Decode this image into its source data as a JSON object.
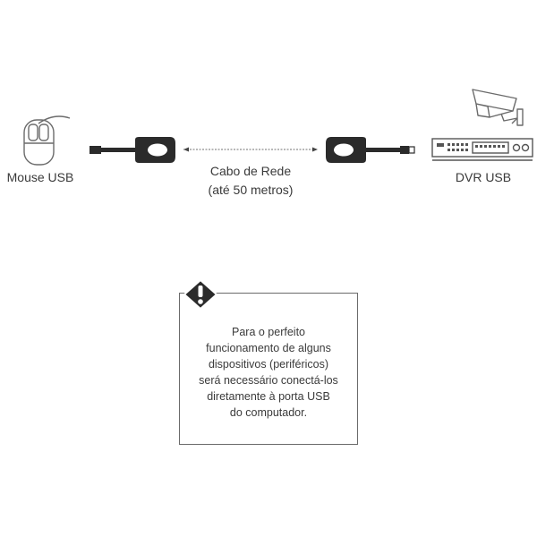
{
  "devices": {
    "left_label": "Mouse USB",
    "right_label": "DVR USB"
  },
  "cable": {
    "line1": "Cabo de Rede",
    "line2": "(até 50 metros)"
  },
  "notice": {
    "icon": "warning-icon",
    "lines": [
      "Para o perfeito",
      "funcionamento de alguns",
      "dispositivos (periféricos)",
      "será necessário conectá-los",
      "diretamente à porta USB",
      "do computador."
    ]
  },
  "colors": {
    "adapter_body": "#2b2b2b",
    "adapter_window": "#ffffff",
    "outline": "#6b6b6b",
    "text": "#3a3a3a"
  }
}
